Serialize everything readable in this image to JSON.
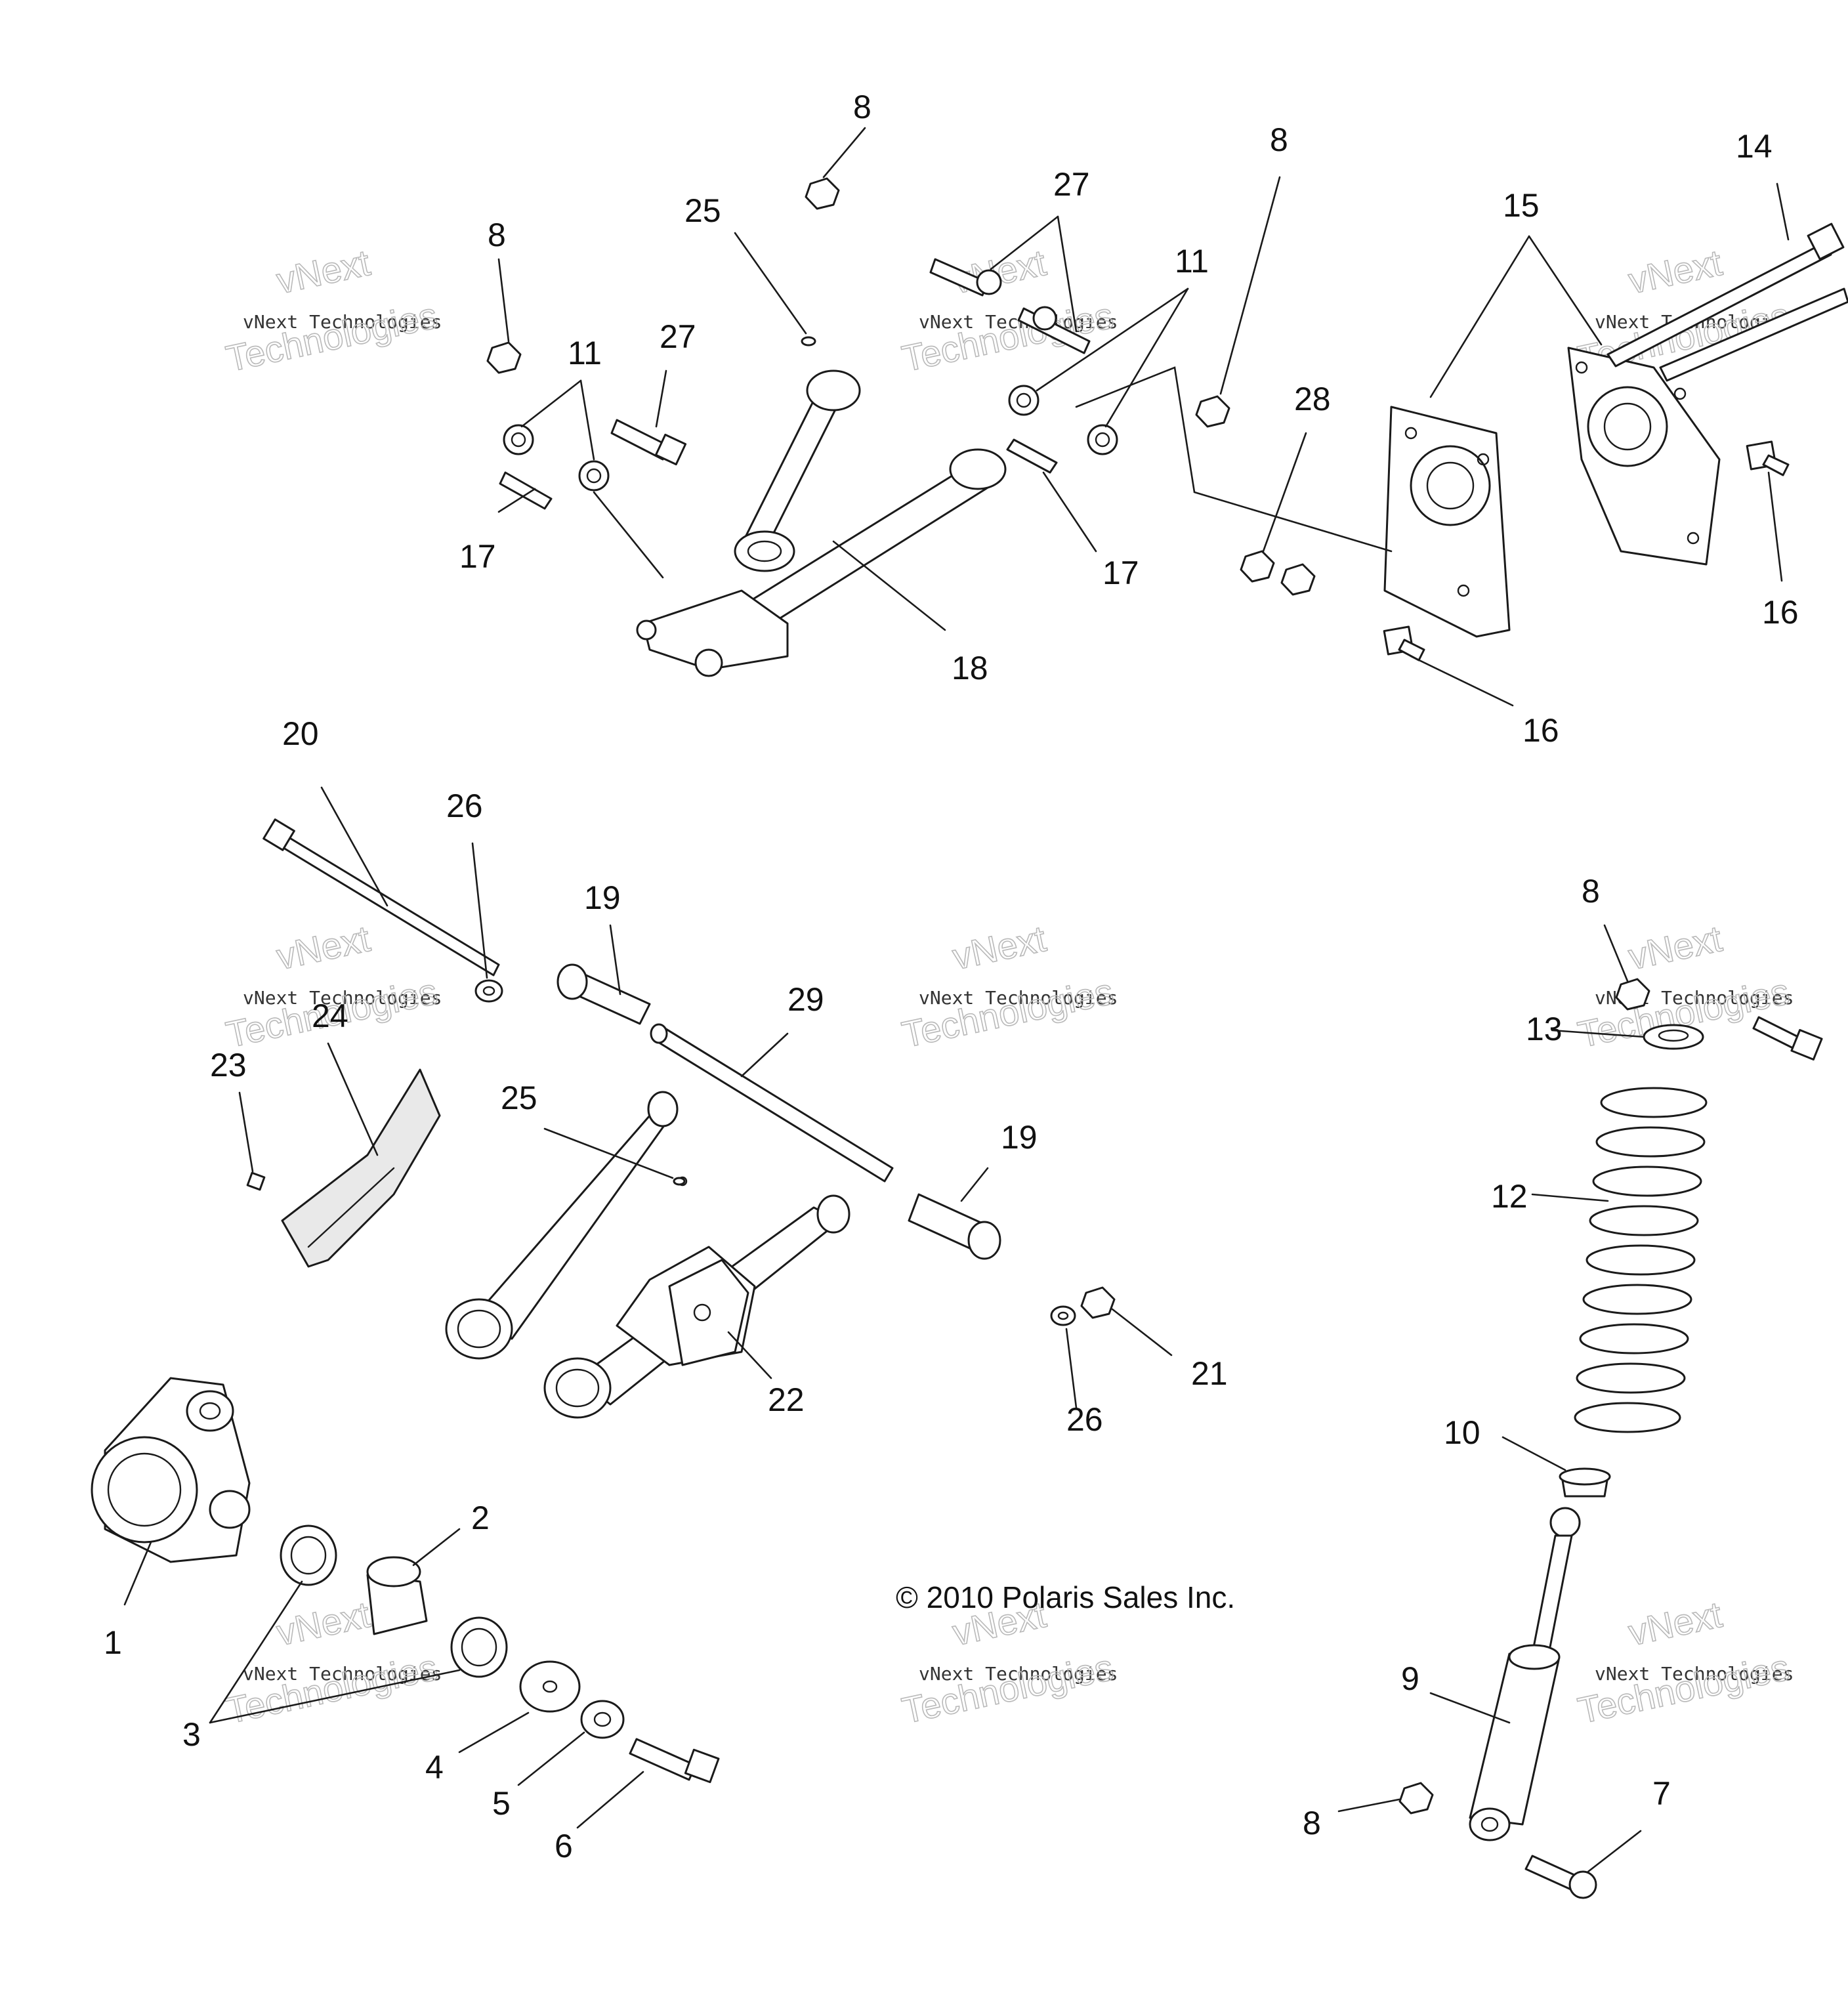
{
  "diagram": {
    "copyright": "© 2010 Polaris Sales Inc.",
    "watermark": {
      "brand": "vNext",
      "line1": "vNext Technologies",
      "line2": "Technologies"
    },
    "callouts": [
      "1",
      "2",
      "3",
      "4",
      "5",
      "6",
      "7",
      "8",
      "9",
      "10",
      "11",
      "12",
      "13",
      "14",
      "15",
      "16",
      "17",
      "18",
      "19",
      "20",
      "21",
      "22",
      "23",
      "24",
      "25",
      "26",
      "27",
      "28",
      "29"
    ]
  }
}
